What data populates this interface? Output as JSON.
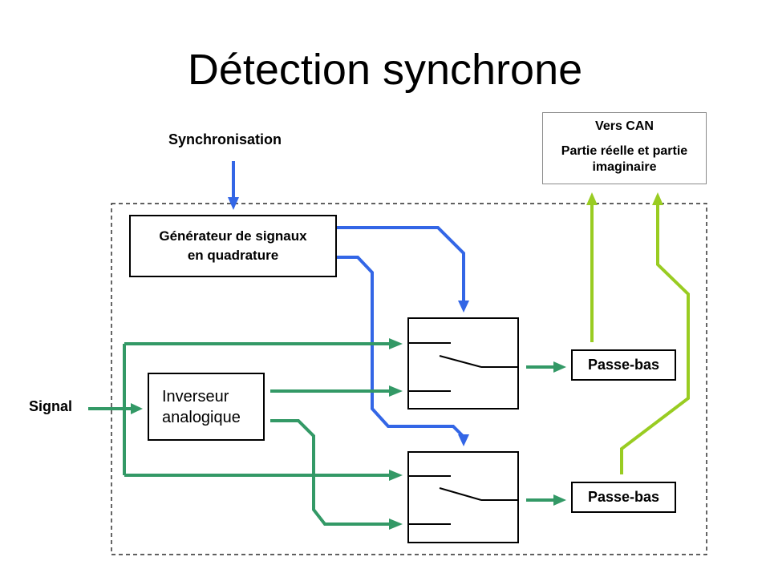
{
  "title": "Détection synchrone",
  "labels": {
    "synchronisation": "Synchronisation",
    "signal": "Signal"
  },
  "generator": {
    "line1": "Générateur de signaux",
    "line2": "en quadrature"
  },
  "inverter": {
    "line1": "Inverseur",
    "line2": "analogique"
  },
  "lowpass_top": "Passe-bas",
  "lowpass_bottom": "Passe-bas",
  "output": {
    "line1": "Vers CAN",
    "line2": "Partie réelle et partie",
    "line3": "imaginaire"
  },
  "colors": {
    "blue": "#3366e6",
    "green": "#339966",
    "lime": "#99cc22"
  }
}
